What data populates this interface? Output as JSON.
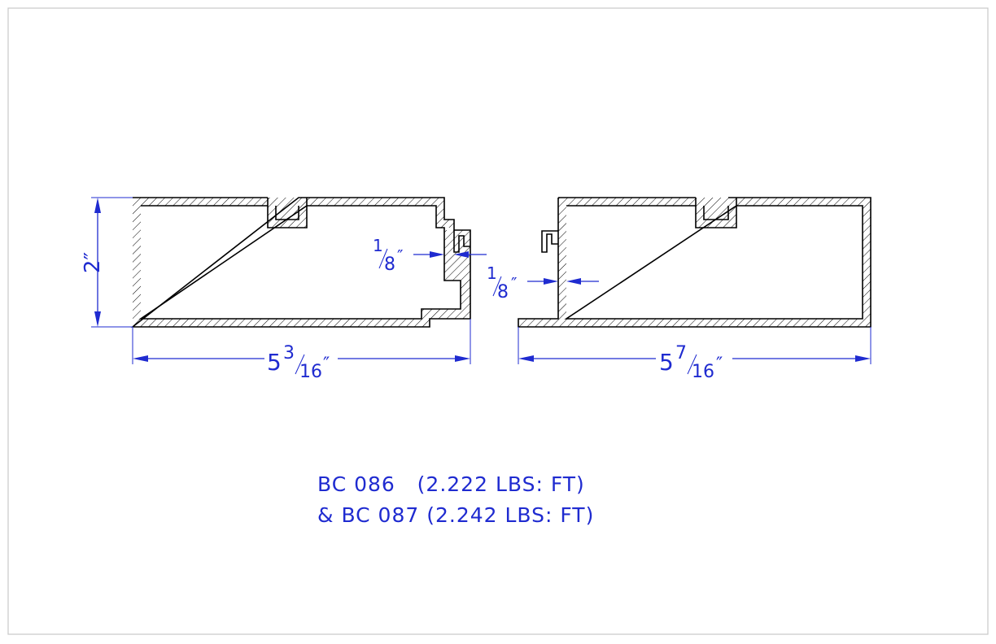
{
  "drawing": {
    "left_profile": {
      "height_label": "2″",
      "width_whole": "5",
      "width_num": "3",
      "width_den": "16",
      "width_unit": "″",
      "wall_num": "1",
      "wall_den": "8",
      "wall_unit": "″"
    },
    "right_profile": {
      "width_whole": "5",
      "width_num": "7",
      "width_den": "16",
      "width_unit": "″",
      "wall_num": "1",
      "wall_den": "8",
      "wall_unit": "″"
    },
    "caption": {
      "line1": "BC 086   (2.222 LBS: FT)",
      "line2": "& BC 087 (2.242 LBS: FT)"
    },
    "colors": {
      "dimension": "#1f2bd0",
      "outline": "#000000",
      "border": "#c8c8c8"
    }
  }
}
